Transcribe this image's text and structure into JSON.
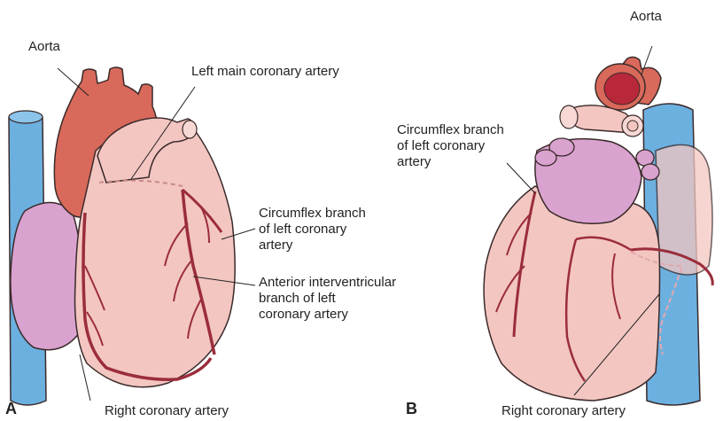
{
  "panels": [
    {
      "letter": "A",
      "labels": {
        "aorta": "Aorta",
        "left_main": "Left main coronary artery",
        "circumflex": "Circumflex branch\nof left coronary\nartery",
        "anterior": "Anterior interventricular\nbranch of left\ncoronary artery",
        "right_coronary": "Right coronary artery"
      }
    },
    {
      "letter": "B",
      "labels": {
        "aorta": "Aorta",
        "circumflex": "Circumflex branch\nof left coronary\nartery",
        "right_coronary": "Right coronary artery"
      }
    }
  ],
  "colors": {
    "heart": "#f3c6c1",
    "atrium": "#d9a2cf",
    "aorta": "#d9695a",
    "vena_cava": "#6cb0e0",
    "artery": "#9b2d3b",
    "outline": "#3a2a2a"
  }
}
